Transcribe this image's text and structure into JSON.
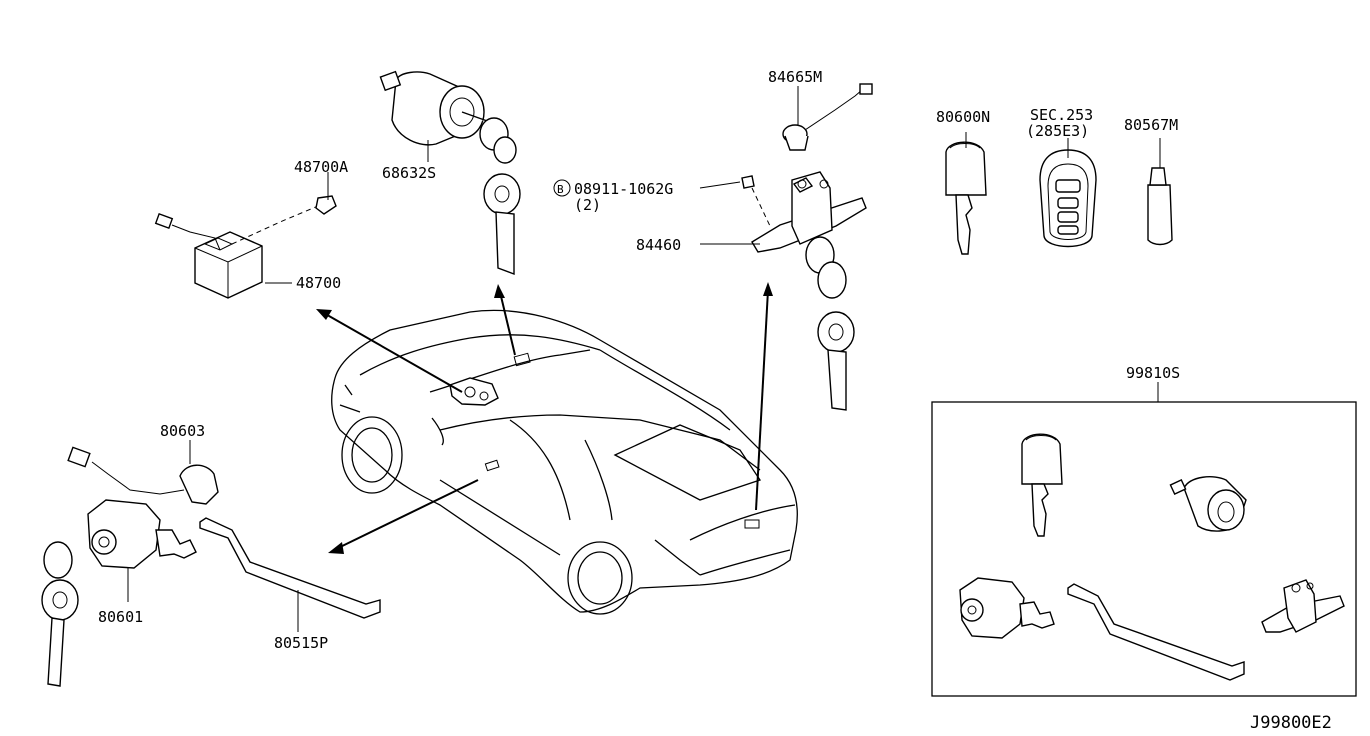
{
  "labels": {
    "p48700a": "48700A",
    "p48700": "48700",
    "p68632s": "68632S",
    "p84665m": "84665M",
    "p08911_callout": "B",
    "p08911": "08911-1062G",
    "p08911_qty": "(2)",
    "p84460": "84460",
    "p80600n": "80600N",
    "sec253": "SEC.253",
    "sec253_ref": "(285E3)",
    "p80567m": "80567M",
    "p80603": "80603",
    "p80601": "80601",
    "p80515p": "80515P",
    "p99810s": "99810S",
    "diagram_code": "J99800E2"
  }
}
